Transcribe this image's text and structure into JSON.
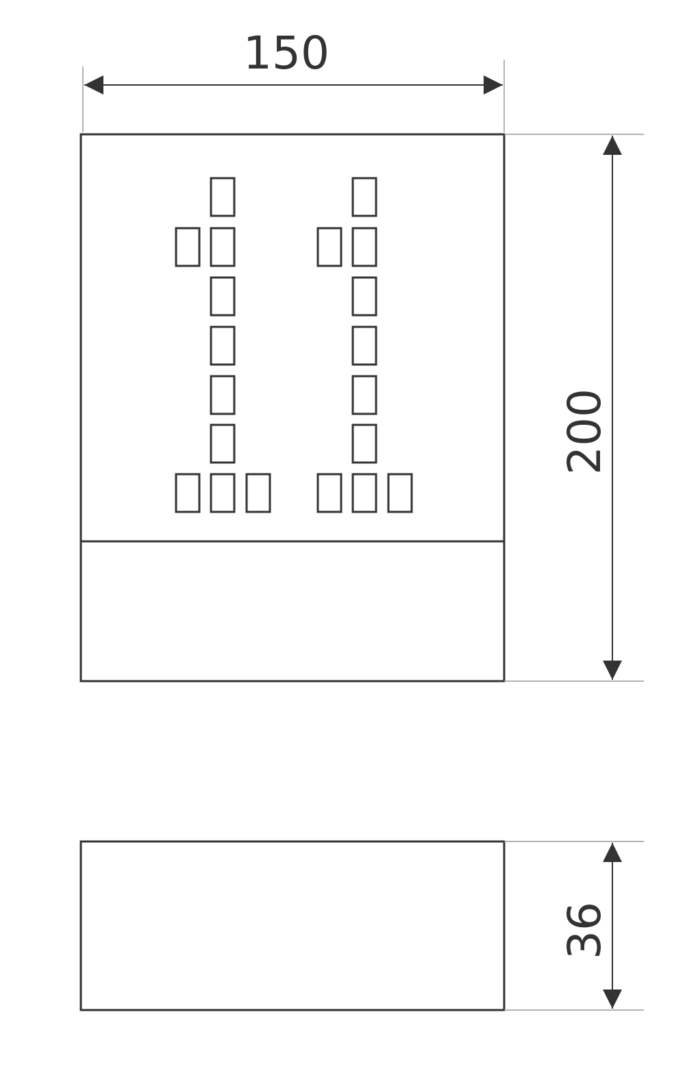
{
  "dimensions": {
    "width": "150",
    "height": "200",
    "depth": "36"
  },
  "colors": {
    "stroke": "#333333",
    "guide": "#9a9a9a",
    "background": "#ffffff"
  },
  "front_view": {
    "pixel_pattern": "11",
    "digits": 2
  },
  "side_view": {}
}
